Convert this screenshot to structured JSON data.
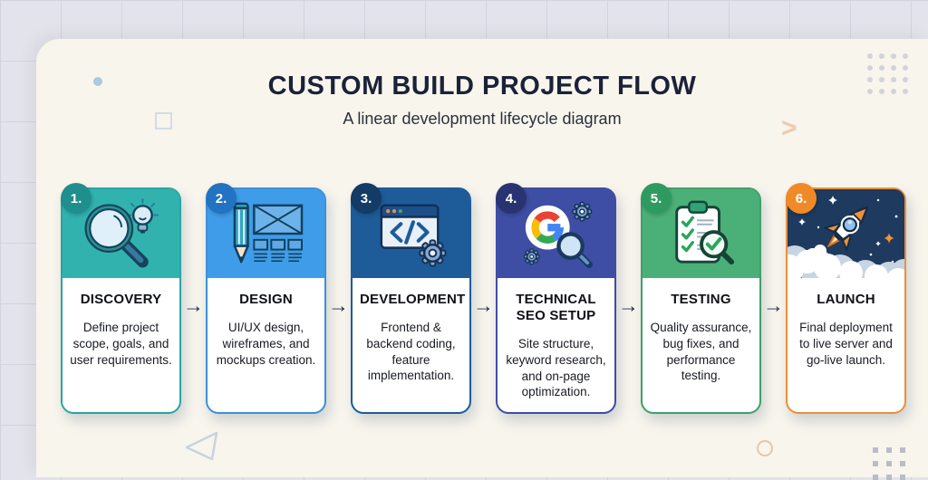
{
  "header": {
    "title": "CUSTOM BUILD PROJECT FLOW",
    "subtitle": "A linear development lifecycle diagram"
  },
  "flow": {
    "arrow": "→"
  },
  "steps": [
    {
      "number": "1.",
      "title": "DISCOVERY",
      "description": "Define project scope, goals, and user requirements.",
      "icon": "magnifier-bulb-icon",
      "header_bg": "#31b2af",
      "border": "#2aa5a2",
      "badge_bg": "#1e8f8c"
    },
    {
      "number": "2.",
      "title": "DESIGN",
      "description": "UI/UX design, wireframes, and mockups creation.",
      "icon": "pencil-wireframe-icon",
      "header_bg": "#3f9ce8",
      "border": "#3a92da",
      "badge_bg": "#2273c2"
    },
    {
      "number": "3.",
      "title": "DEVELOPMENT",
      "description": "Frontend & backend coding, feature implementation.",
      "icon": "code-window-icon",
      "header_bg": "#1d5c99",
      "border": "#1d5c99",
      "badge_bg": "#143a66"
    },
    {
      "number": "4.",
      "title": "TECHNICAL SEO SETUP",
      "description": "Site structure, keyword research, and on-page optimization.",
      "icon": "google-seo-icon",
      "header_bg": "#3e4ea4",
      "border": "#3e4ea4",
      "badge_bg": "#2a3372"
    },
    {
      "number": "5.",
      "title": "TESTING",
      "description": "Quality assurance, bug fixes, and performance testing.",
      "icon": "clipboard-check-icon",
      "header_bg": "#4bb077",
      "border": "#3fa069",
      "badge_bg": "#2f9a5f"
    },
    {
      "number": "6.",
      "title": "LAUNCH",
      "description": "Final deployment to live server and go-live launch.",
      "icon": "rocket-icon",
      "header_bg": "#1e3a5f",
      "border": "#ec8f3a",
      "badge_bg": "#f08a27",
      "full_bleed": true
    }
  ],
  "decorations": {
    "chevron_glyph": ">",
    "top_right_dot_grid": {
      "rows": 4,
      "cols": 4
    },
    "bottom_right_square_grid": {
      "rows": 3,
      "cols": 3
    }
  },
  "colors": {
    "page_bg": "#e3e4eb",
    "canvas_bg": "#f8f5ed",
    "title": "#1b2238",
    "subtitle": "#2b303c",
    "arrow": "#1d2b45"
  }
}
